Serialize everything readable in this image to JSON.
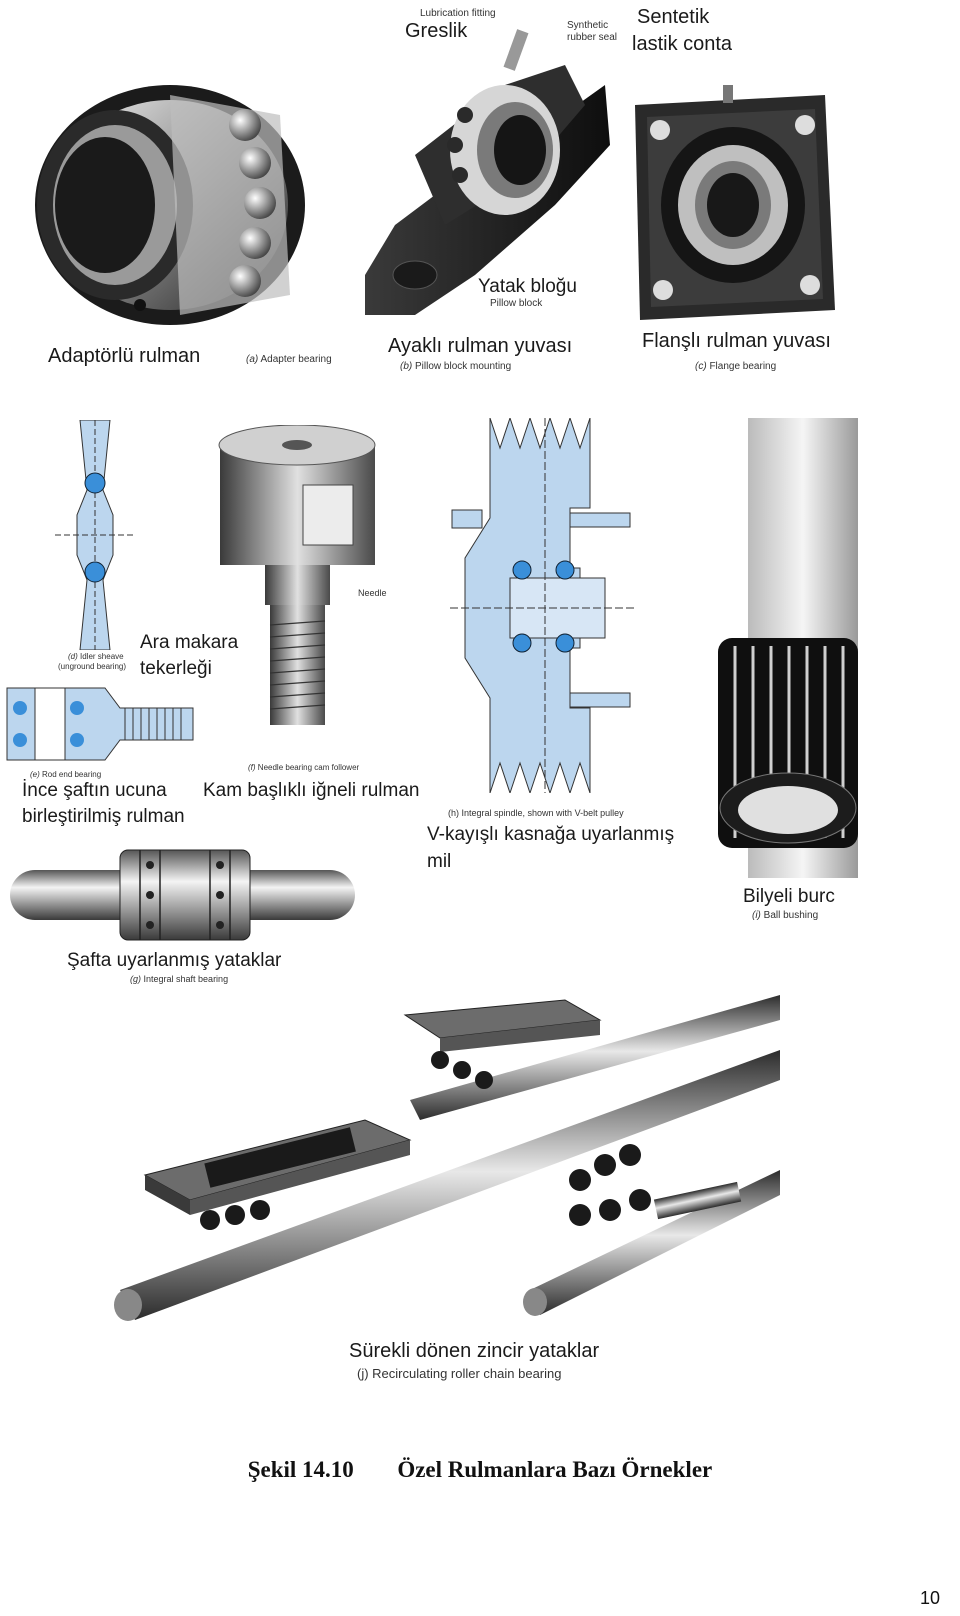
{
  "panels": {
    "a": {
      "label": "Adaptörlü rulman",
      "caption_letter": "(a)",
      "caption": "Adapter bearing"
    },
    "b": {
      "label": "Ayaklı rulman yuvası",
      "caption_letter": "(b)",
      "caption": "Pillow block mounting",
      "callouts": {
        "greslik": "Greslik",
        "lubrication_fitting": "Lubrication fitting",
        "synthetic_seal": "Synthetic rubber seal",
        "synthetic_seal_line1": "Synthetic",
        "synthetic_seal_line2": "rubber seal",
        "sentetik_line1": "Sentetik",
        "sentetik_line2": "lastik conta",
        "yatak_blogu": "Yatak bloğu",
        "pillow_block": "Pillow block"
      }
    },
    "c": {
      "label": "Flanşlı rulman yuvası",
      "caption_letter": "(c)",
      "caption": "Flange bearing"
    },
    "d": {
      "caption_letter": "(d)",
      "caption_line1": "Idler sheave",
      "caption_line2": "(unground bearing)",
      "label_line1": "Ara makara",
      "label_line2": "tekerleği"
    },
    "e": {
      "caption_letter": "(e)",
      "caption": "Rod end bearing",
      "label_line1": "İnce şaftın ucuna",
      "label_line2": "birleştirilmiş rulman"
    },
    "f": {
      "caption_letter": "(f)",
      "caption": "Needle bearing cam follower",
      "needle": "Needle",
      "label": "Kam başlıklı iğneli rulman"
    },
    "g": {
      "caption_letter": "(g)",
      "caption": "Integral shaft bearing",
      "label": "Şafta uyarlanmış yataklar"
    },
    "h": {
      "caption": "(h) Integral spindle, shown with V-belt pulley",
      "label_line1": "V-kayışlı kasnağa uyarlanmış",
      "label_line2": "mil"
    },
    "i": {
      "label": "Bilyeli burc",
      "caption_letter": "(i)",
      "caption": "Ball bushing"
    },
    "j": {
      "label": "Sürekli dönen zincir yataklar",
      "caption": "(j) Recirculating roller chain bearing"
    }
  },
  "figure": {
    "number": "Şekil 14.10",
    "title": "Özel Rulmanlara Bazı Örnekler"
  },
  "page_number": "10",
  "colors": {
    "ink": "#1a1a1a",
    "metal_dark": "#2b2b2b",
    "metal_light": "#d9d9d9",
    "schematic_blue": "#bcd6ee",
    "ball_blue": "#3a8fd9"
  }
}
